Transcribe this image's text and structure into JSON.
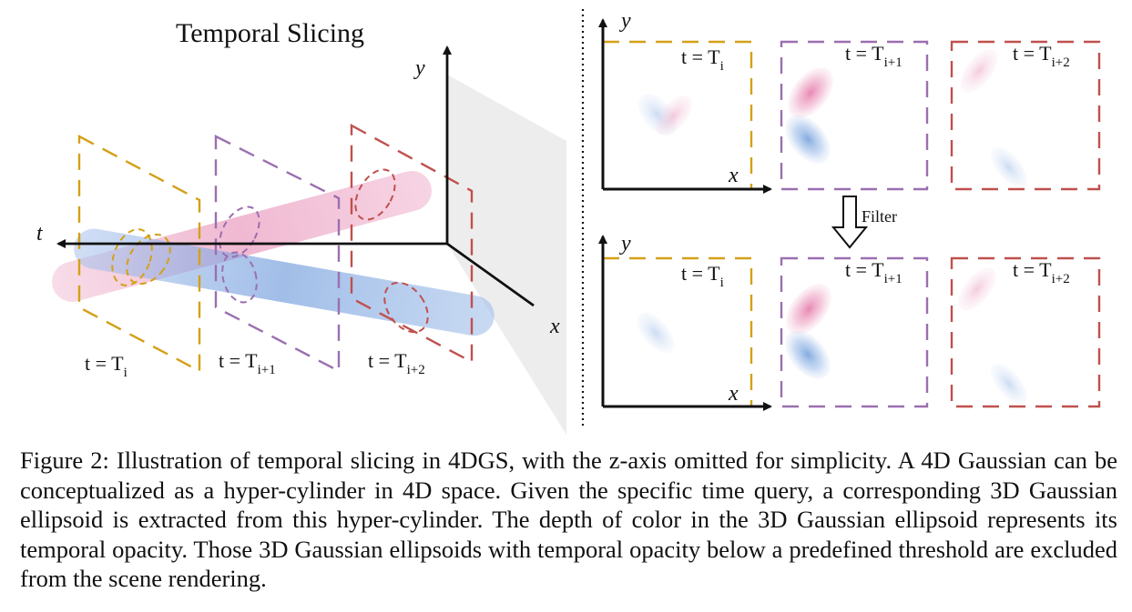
{
  "left_panel": {
    "title": "Temporal Slicing",
    "axis_t": "t",
    "axis_y": "y",
    "axis_x": "x",
    "slices": [
      {
        "label": "t = T",
        "subscript": "i",
        "color": "#d4a017"
      },
      {
        "label": "t = T",
        "subscript": "i+1",
        "color": "#9b6fb0"
      },
      {
        "label": "t = T",
        "subscript": "i+2",
        "color": "#c0504d"
      }
    ]
  },
  "right_panel": {
    "axis_y": "y",
    "axis_x": "x",
    "filter_label": "Filter",
    "frames": [
      {
        "label": "t = T",
        "subscript": "i",
        "color": "#d4a017"
      },
      {
        "label": "t = T",
        "subscript": "i+1",
        "color": "#9b6fb0"
      },
      {
        "label": "t = T",
        "subscript": "i+2",
        "color": "#c0504d"
      }
    ]
  },
  "caption": {
    "text": "Figure 2: Illustration of temporal slicing in 4DGS, with the z-axis omitted for simplicity. A 4D Gaussian can be conceptualized as a hyper-cylinder in 4D space. Given the specific time query, a corresponding 3D Gaussian ellipsoid is extracted from this hyper-cylinder. The depth of color in the 3D Gaussian ellipsoid represents its temporal opacity. Those 3D Gaussian ellipsoids with temporal opacity below a predefined threshold are excluded from the scene rendering."
  }
}
